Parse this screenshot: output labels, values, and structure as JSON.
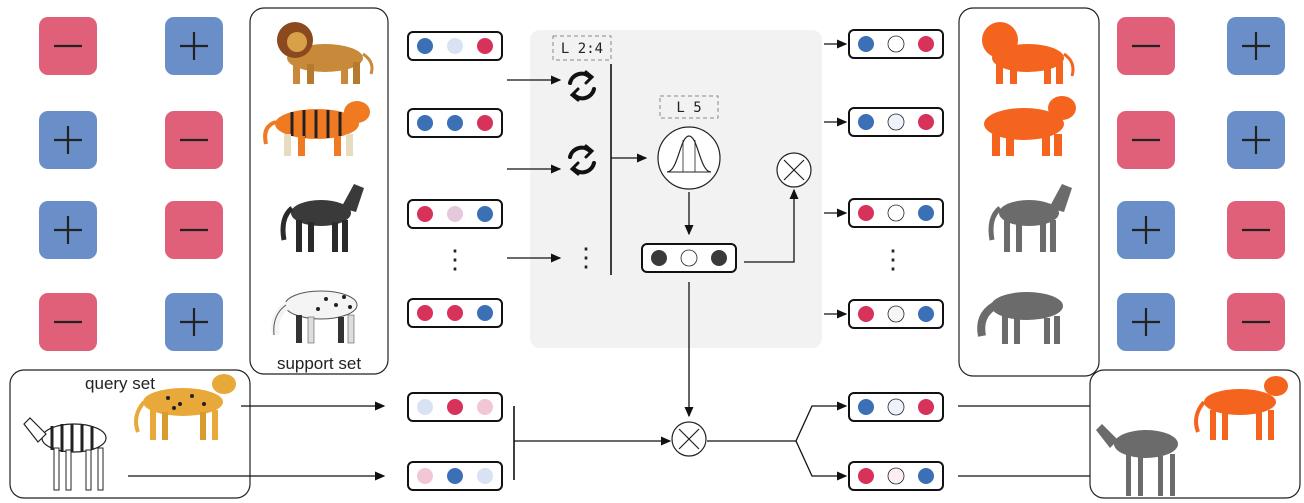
{
  "labels": {
    "support_set": "support set",
    "query_set": "query set",
    "layer_2_4": "L 2:4",
    "layer_5": "L 5",
    "ellipsis": "⋮"
  },
  "colors": {
    "pos_tile": "#6a8fc8",
    "neg_tile": "#e0607a",
    "dot_blue": "#3b6fb6",
    "dot_red": "#d6325a",
    "dot_light_blue": "#d9e2f3",
    "dot_light_pink": "#f3c6d6",
    "dot_light_purple": "#e3c9da",
    "silhouette_orange": "#f5641e",
    "silhouette_gray": "#6b6b6b",
    "panel_gray": "#f2f2f2",
    "pooled_dark": "#3a3a3a"
  },
  "sign_tiles": {
    "left_col1": [
      "minus",
      "plus",
      "plus",
      "minus"
    ],
    "left_col2": [
      "plus",
      "minus",
      "minus",
      "plus"
    ],
    "right_col1": [
      "minus",
      "minus",
      "plus",
      "plus"
    ],
    "right_col2": [
      "plus",
      "plus",
      "minus",
      "minus"
    ]
  },
  "support_animals": [
    "lion",
    "tiger",
    "black-horse",
    "appaloosa-horse"
  ],
  "query_animals": [
    "zebra",
    "cheetah"
  ],
  "left_vectors": [
    [
      "blue",
      "light-blue",
      "red"
    ],
    [
      "blue",
      "blue",
      "red"
    ],
    [
      "red",
      "light-purple",
      "blue"
    ],
    [
      "red",
      "red",
      "blue"
    ]
  ],
  "query_vectors": [
    [
      "light-blue",
      "red",
      "light-pink"
    ],
    [
      "light-pink",
      "blue",
      "light-blue"
    ]
  ],
  "pooled_vector": [
    "dark",
    "white",
    "dark"
  ],
  "right_vectors": [
    [
      "blue",
      "white",
      "red"
    ],
    [
      "blue",
      "faint-blue",
      "red"
    ],
    [
      "red",
      "white",
      "blue"
    ],
    [
      "red",
      "faint",
      "blue"
    ]
  ],
  "output_vectors": [
    [
      "blue",
      "faint-blue",
      "red"
    ],
    [
      "red",
      "faint-pink",
      "blue"
    ]
  ],
  "output_animals": [
    "zebra-silhouette",
    "cheetah-silhouette"
  ]
}
